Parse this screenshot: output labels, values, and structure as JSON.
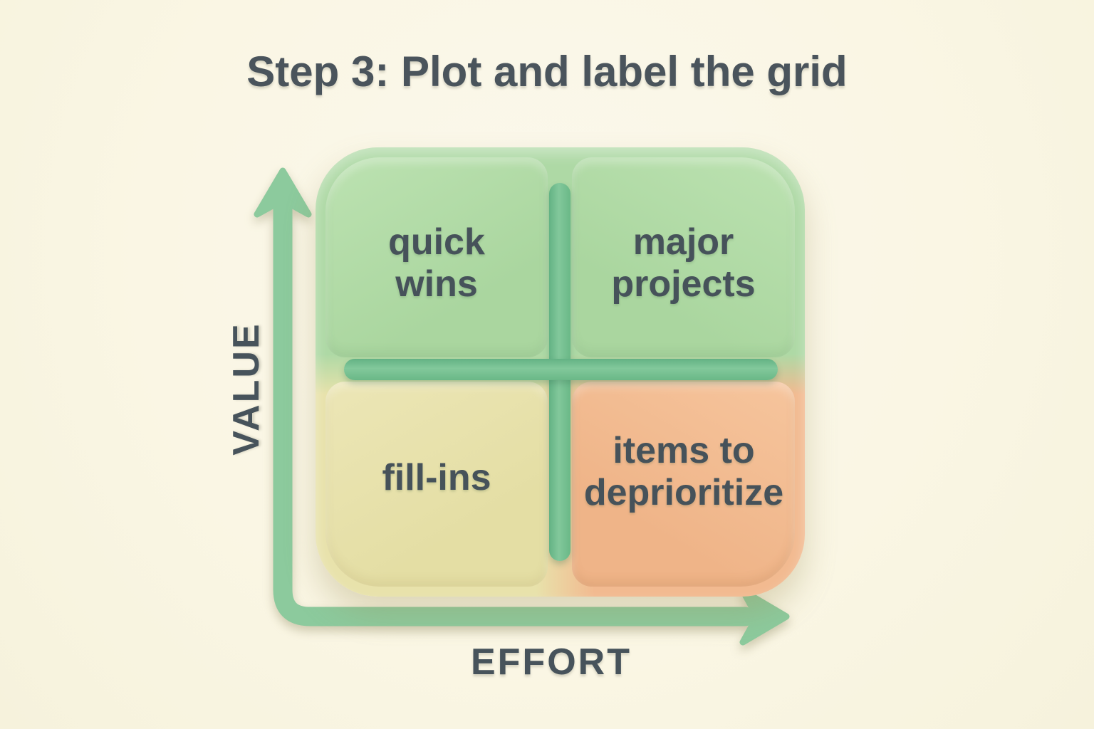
{
  "title": "Step 3: Plot and label the grid",
  "axes": {
    "y_label": "VALUE",
    "x_label": "EFFORT"
  },
  "matrix": {
    "quadrants": [
      {
        "position": "top-left",
        "label": "quick wins",
        "color": "#aed9a5"
      },
      {
        "position": "top-right",
        "label": "major projects",
        "color": "#aed9a5"
      },
      {
        "position": "bottom-left",
        "label": "fill-ins",
        "color": "#e8e2ab"
      },
      {
        "position": "bottom-right",
        "label": "items to deprioritize",
        "color": "#f2ba90"
      }
    ]
  },
  "colors": {
    "background": "#faf6e4",
    "title_text": "#4a545c",
    "label_text": "#46525a",
    "axis_green": "#8cca9d",
    "divider_green": "#76c193",
    "quadrant_green": "#aed9a5",
    "quadrant_yellow": "#e8e2ab",
    "quadrant_orange": "#f2ba90"
  }
}
